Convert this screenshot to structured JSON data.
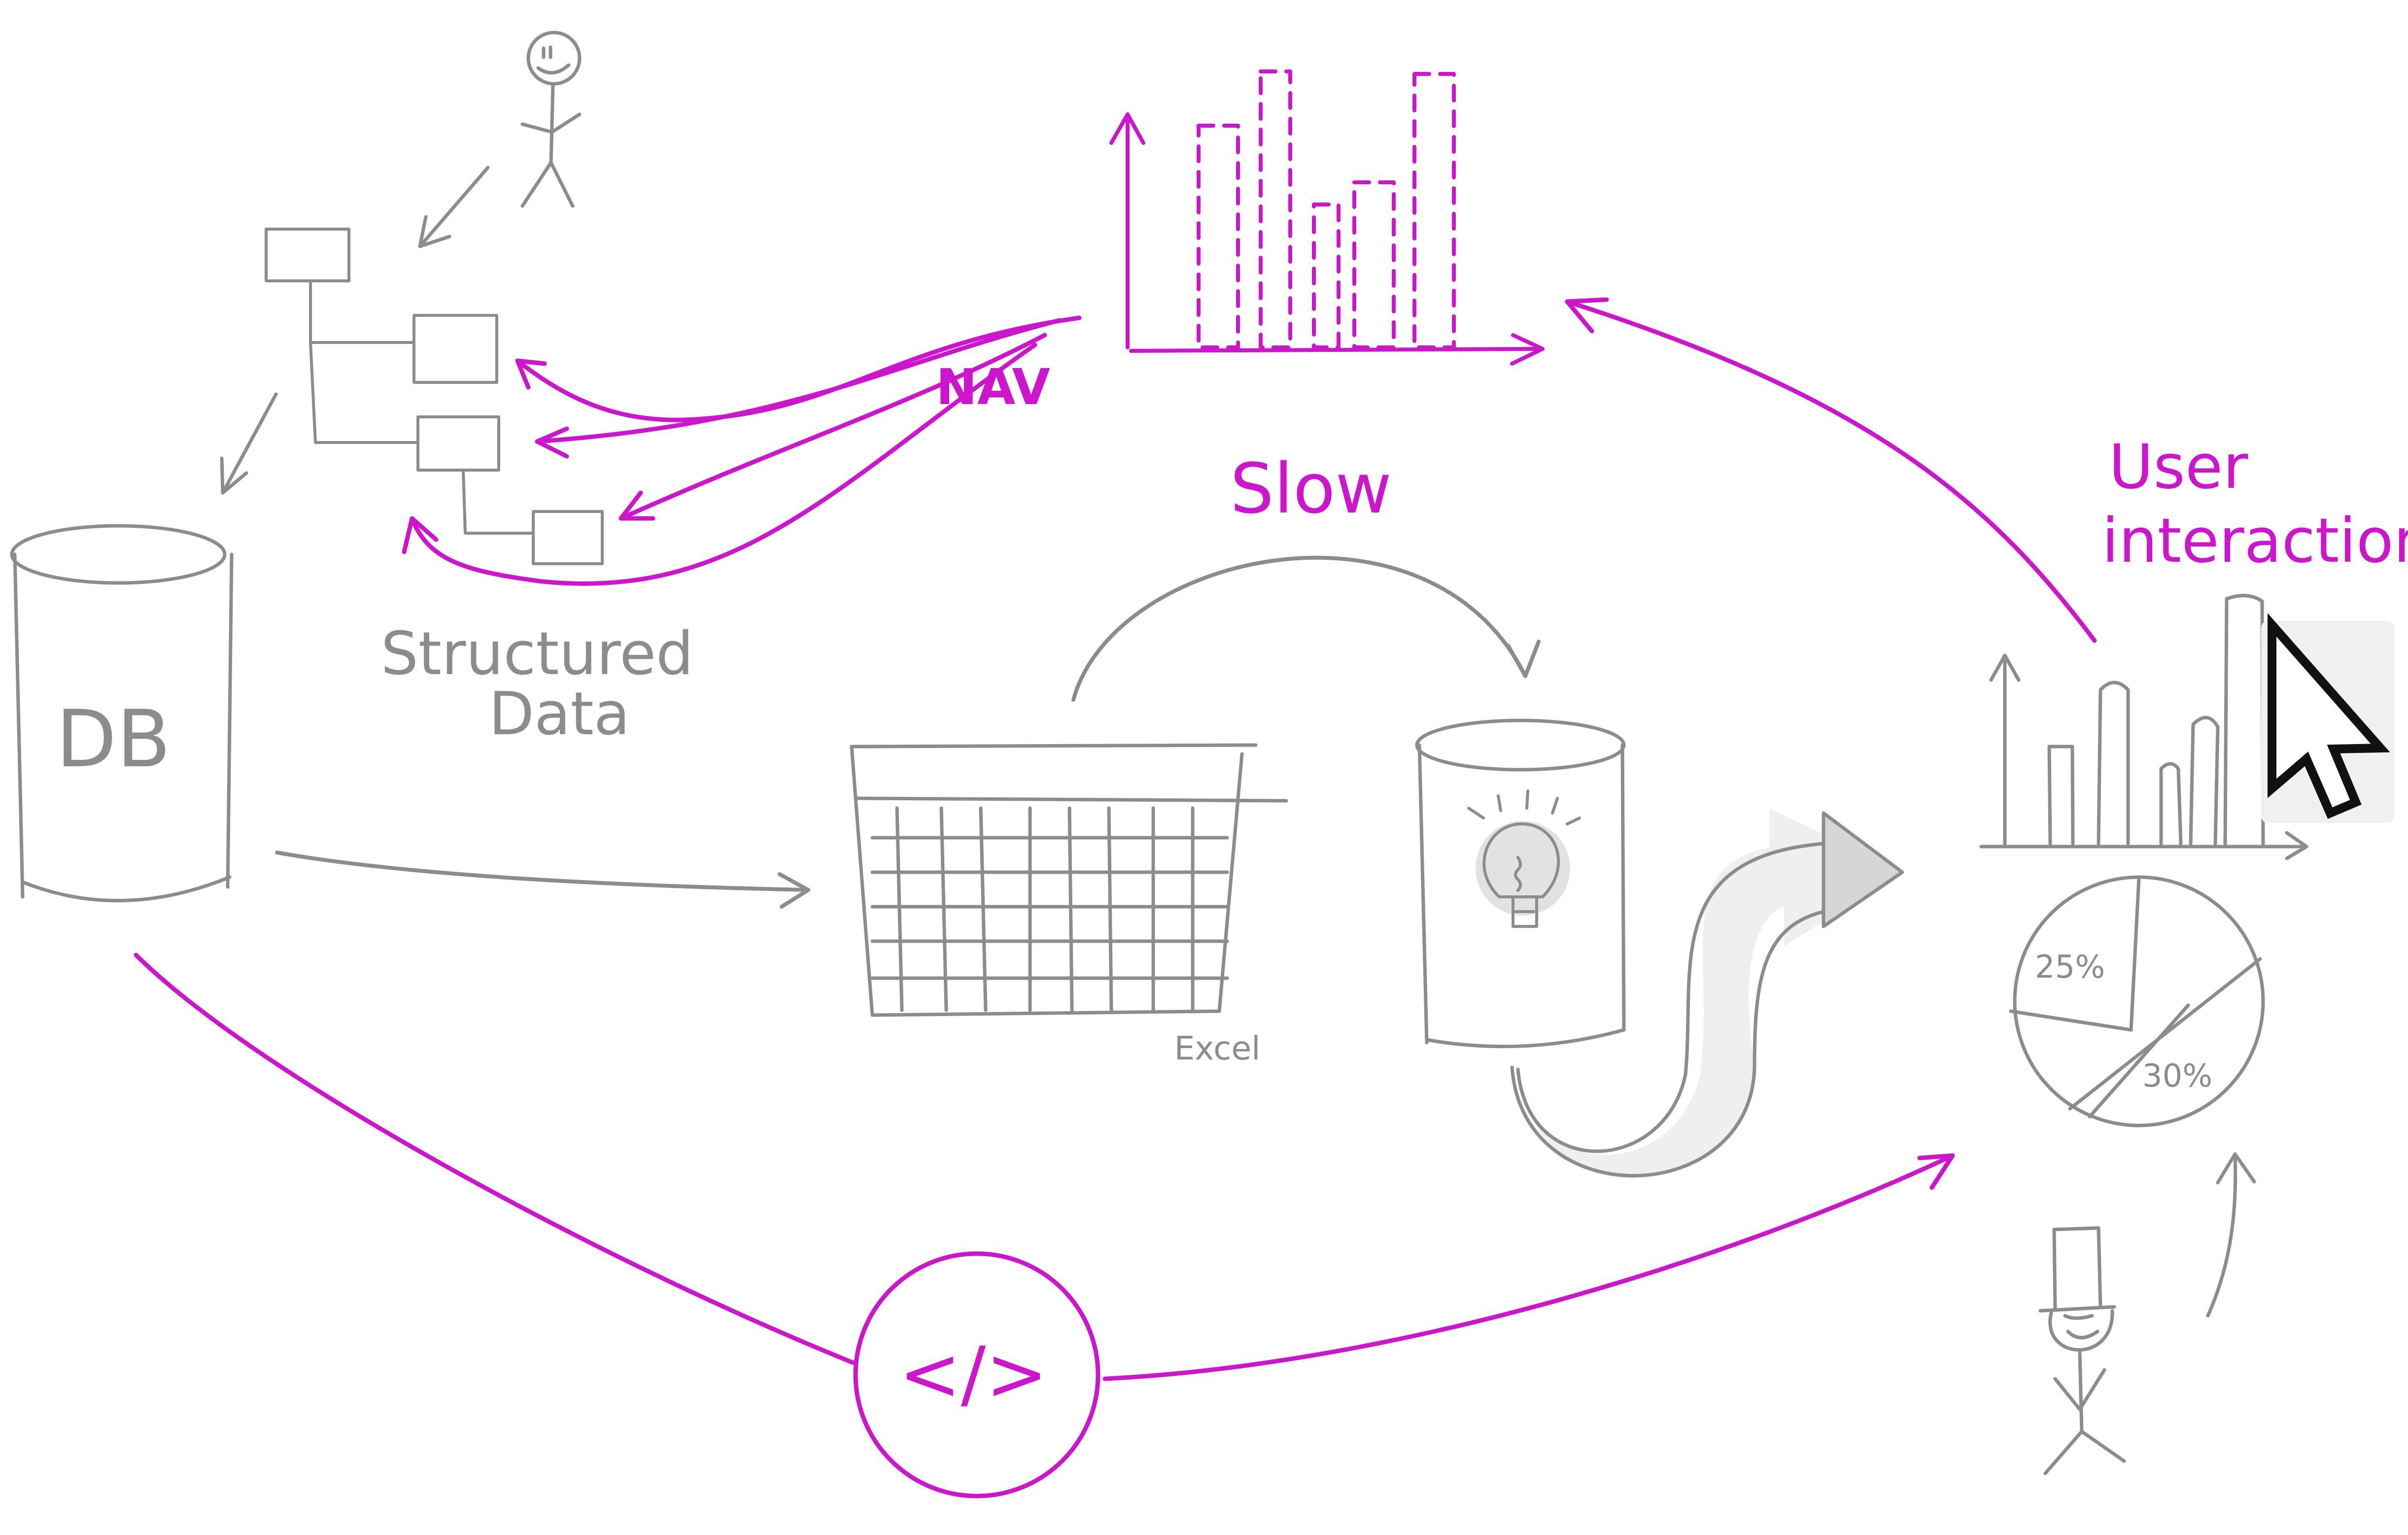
{
  "labels": {
    "db": "DB",
    "structured_data_line1": "Structured",
    "structured_data_line2": "Data",
    "nav": "NAV",
    "slow": "Slow",
    "excel": "Excel",
    "user_interaction_line1": "User",
    "user_interaction_line2": "interaction",
    "code_symbol": "</>",
    "pie_slice_a": "25%",
    "pie_slice_b": "30%"
  },
  "colors": {
    "sketch_gray": "#8c8c8c",
    "accent_magenta": "#cc15cc",
    "cursor_black": "#111111",
    "bulb_fill": "#e2e2e2"
  },
  "icons": {
    "person_top": "stick-figure-icon",
    "person_bottom": "stick-figure-top-hat-icon",
    "cursor": "mouse-cursor-icon",
    "bulb": "lightbulb-icon"
  }
}
